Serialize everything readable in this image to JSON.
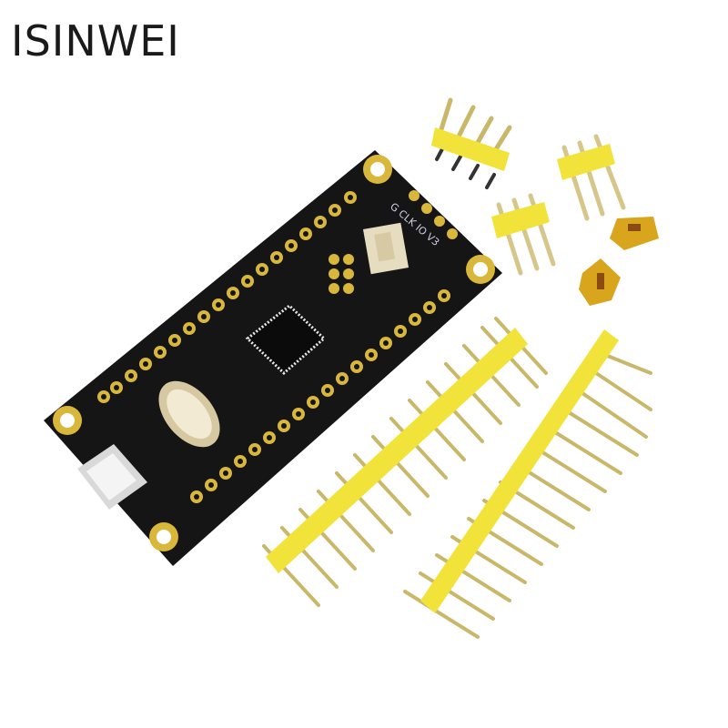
{
  "brand": {
    "label": "ISINWEI"
  },
  "board": {
    "silkscreen_header": "G CLK IO V3",
    "colors": {
      "pcb": "#151515",
      "pad": "#d8b73a",
      "silk": "#cfcfe6",
      "header_plastic": "#f2e33b",
      "jumper": "#d9a51c"
    }
  },
  "accessories": {
    "pin_headers_long": 2,
    "pin_headers_3pin": 2,
    "pin_header_4pin_right_angle": 1,
    "jumper_caps": 2
  }
}
